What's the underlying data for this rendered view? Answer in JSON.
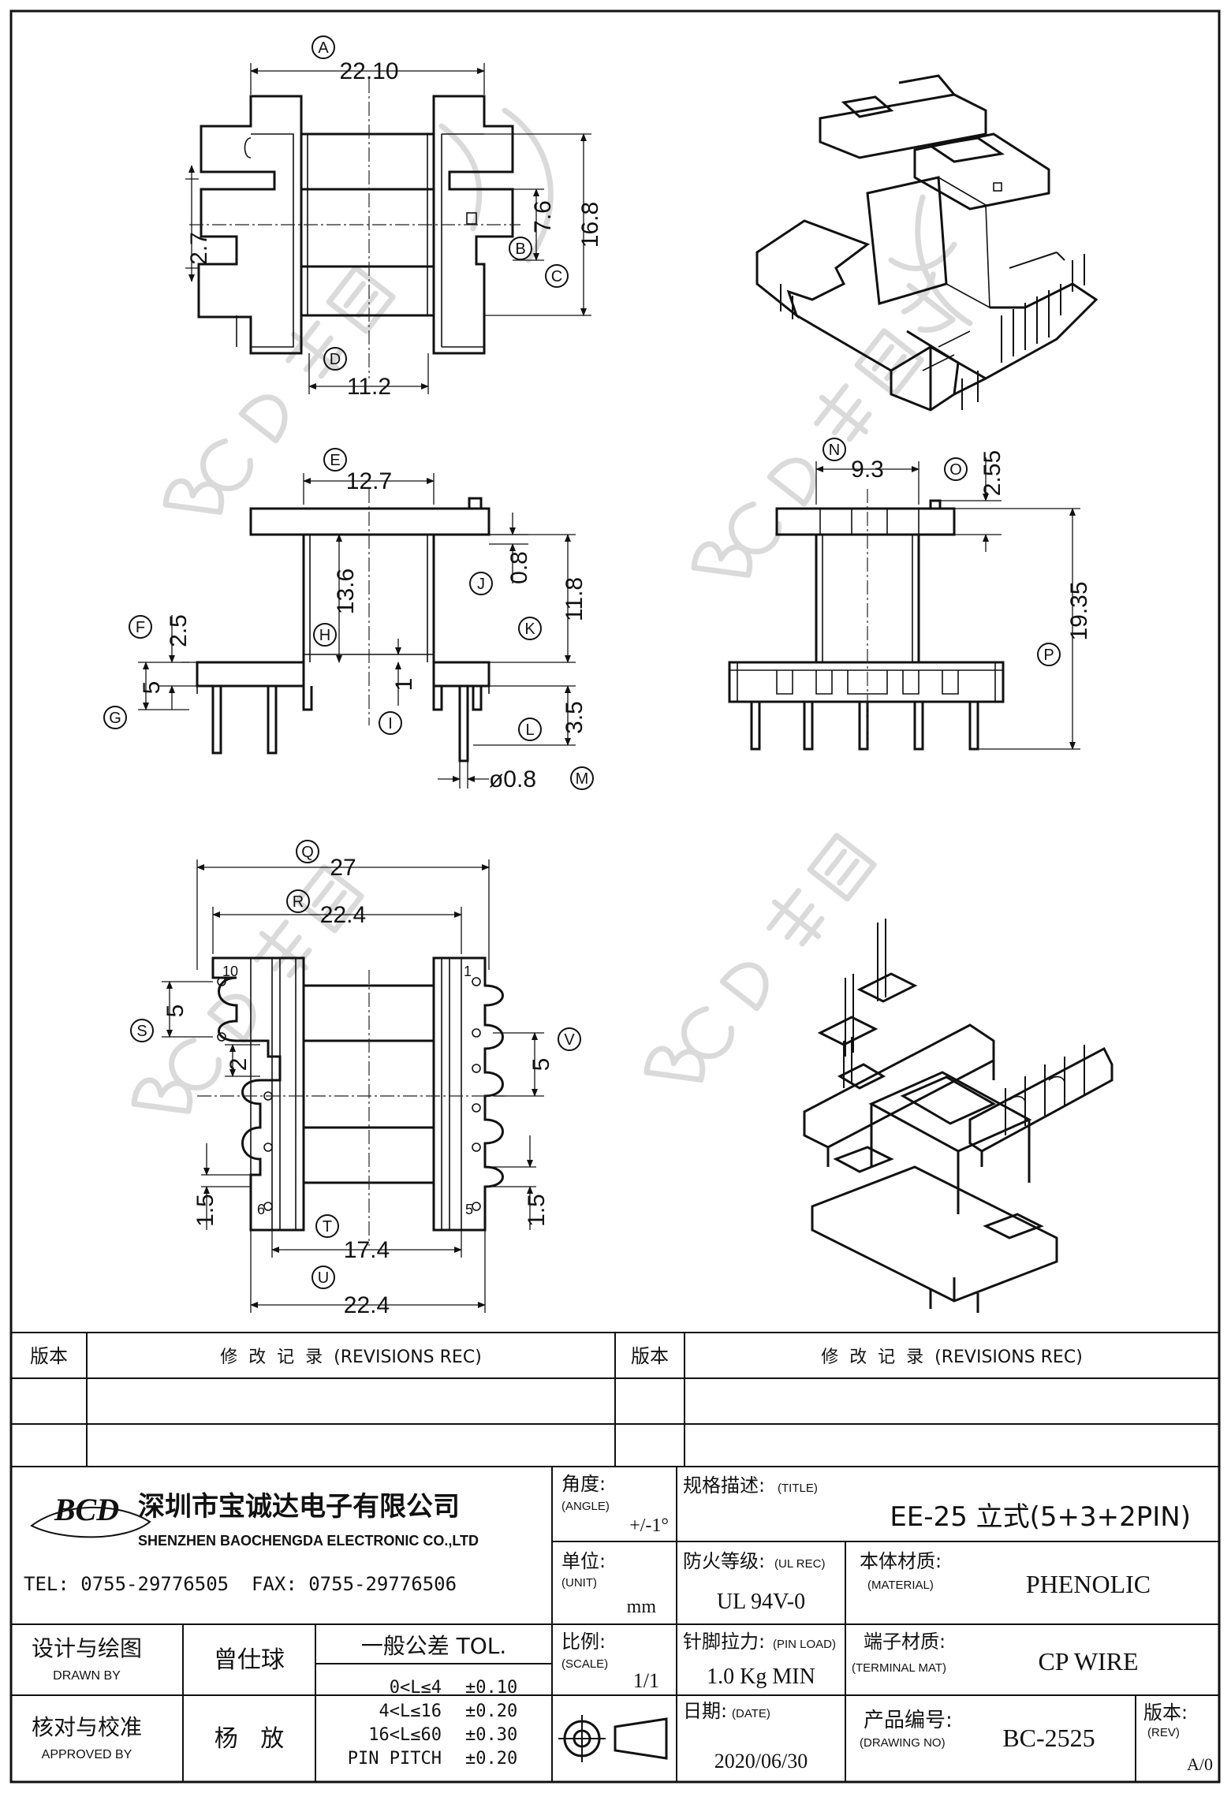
{
  "dims": {
    "A": {
      "tag": "A",
      "value": "22.10"
    },
    "B": {
      "tag": "B",
      "value": "7.6"
    },
    "C": {
      "tag": "C",
      "value": "16.8"
    },
    "D": {
      "tag": "D",
      "value": "11.2"
    },
    "top_left": {
      "value": "2.7"
    },
    "E": {
      "tag": "E",
      "value": "12.7"
    },
    "F": {
      "tag": "F",
      "value": "2.5"
    },
    "G": {
      "tag": "G",
      "value": "5"
    },
    "H": {
      "tag": "H",
      "value": "13.6"
    },
    "I": {
      "tag": "I",
      "value": "1"
    },
    "J": {
      "tag": "J",
      "value": "0.8"
    },
    "K": {
      "tag": "K",
      "value": "11.8"
    },
    "L": {
      "tag": "L",
      "value": "3.5"
    },
    "M": {
      "tag": "M",
      "value": "ø0.8"
    },
    "N": {
      "tag": "N",
      "value": "9.3"
    },
    "O": {
      "tag": "O",
      "value": "2.55"
    },
    "P": {
      "tag": "P",
      "value": "19.35"
    },
    "Q": {
      "tag": "Q",
      "value": "27"
    },
    "R": {
      "tag": "R",
      "value": "22.4"
    },
    "S": {
      "tag": "S",
      "value": "5"
    },
    "T": {
      "tag": "T",
      "value": "17.4"
    },
    "U": {
      "tag": "U",
      "value": "22.4"
    },
    "V": {
      "tag": "V",
      "value": "5"
    },
    "bottom_two": {
      "value": "2"
    },
    "bottom_left_gap": {
      "value": "1.5"
    },
    "bottom_right_gap": {
      "value": "1.5"
    }
  },
  "pins": {
    "p10": "10",
    "p1": "1",
    "p6": "6",
    "p5": "5"
  },
  "watermark": "BCD",
  "revisions": {
    "left_header_ver": "版本",
    "left_header_rec": "修  改  记  录  (REVISIONS REC)",
    "right_header_ver": "版本",
    "right_header_rec": "修  改  记  录  (REVISIONS REC)"
  },
  "company": {
    "logo": "BCD",
    "name_cn": "深圳市宝诚达电子有限公司",
    "name_en": "SHENZHEN BAOCHENGDA ELECTRONIC CO.,LTD",
    "tel": "TEL: 0755-29776505  FAX: 0755-29776506"
  },
  "title_block": {
    "angle_label": "角度:",
    "angle_en": "(ANGLE)",
    "angle_value": "+/-1°",
    "title_label": "规格描述:",
    "title_en": "(TITLE)",
    "title_value": "EE-25 立式(5+3+2PIN)",
    "unit_label": "单位:",
    "unit_en": "(UNIT)",
    "unit_value": "mm",
    "ul_label": "防火等级:",
    "ul_en": "(UL REC)",
    "ul_value": "UL 94V-0",
    "material_label": "本体材质:",
    "material_en": "(MATERIAL)",
    "material_value": "PHENOLIC",
    "designer_label": "设计与绘图",
    "designer_en": "DRAWN BY",
    "designer_value": "曾仕球",
    "tol_label": "一般公差 TOL.",
    "tol_rows": [
      {
        "range": "0<L≤4",
        "val": "±0.10"
      },
      {
        "range": "4<L≤16",
        "val": "±0.20"
      },
      {
        "range": "16<L≤60",
        "val": "±0.30"
      },
      {
        "range": "PIN PITCH",
        "val": "±0.20"
      }
    ],
    "scale_label": "比例:",
    "scale_en": "(SCALE)",
    "scale_value": "1/1",
    "pinload_label": "针脚拉力:",
    "pinload_en": "(PIN LOAD)",
    "pinload_value": "1.0 Kg MIN",
    "terminal_label": "端子材质:",
    "terminal_en": "(TERMINAL MAT)",
    "terminal_value": "CP WIRE",
    "approver_label": "核对与校准",
    "approver_en": "APPROVED BY",
    "approver_value": "杨   放",
    "date_label": "日期:",
    "date_en": "(DATE)",
    "date_value": "2020/06/30",
    "drawing_label": "产品编号:",
    "drawing_en": "(DRAWING NO)",
    "drawing_value": "BC-2525",
    "rev_label": "版本:",
    "rev_en": "(REV)",
    "rev_value": "A/0"
  }
}
